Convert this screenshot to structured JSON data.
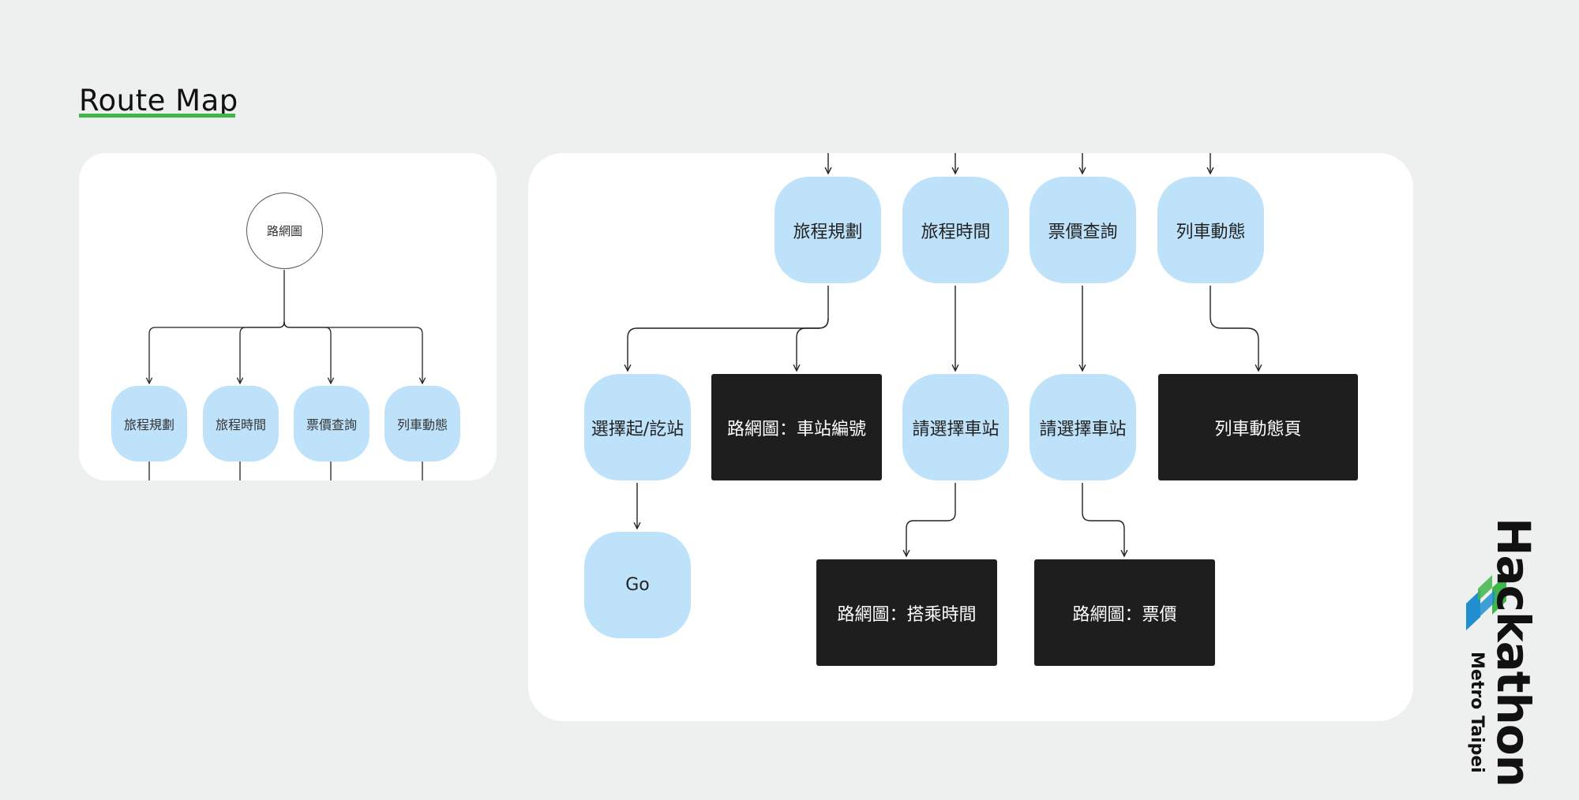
{
  "header": {
    "title": "Route Map"
  },
  "left_panel": {
    "root": "路網圖",
    "children": [
      "旅程規劃",
      "旅程時間",
      "票價查詢",
      "列車動態"
    ]
  },
  "right_panel": {
    "top_row": [
      "旅程規劃",
      "旅程時間",
      "票價查詢",
      "列車動態"
    ],
    "middle_row": {
      "select_stations": "選擇起/訖站",
      "station_numbers": "路網圖：車站編號",
      "choose_station_a": "請選擇車站",
      "choose_station_b": "請選擇車站",
      "train_status_page": "列車動態頁"
    },
    "bottom_row": {
      "go": "Go",
      "ride_time": "路網圖：搭乘時間",
      "fare": "路網圖：票價"
    }
  },
  "branding": {
    "name": "Hackathon",
    "subtitle": "Metro Taipei"
  },
  "colors": {
    "accent": "#3fb54a",
    "node_blue": "#bfe2fb",
    "node_dark": "#1e1e1e",
    "logo_green": "#3fb54a",
    "logo_blue": "#1f8fd0"
  }
}
